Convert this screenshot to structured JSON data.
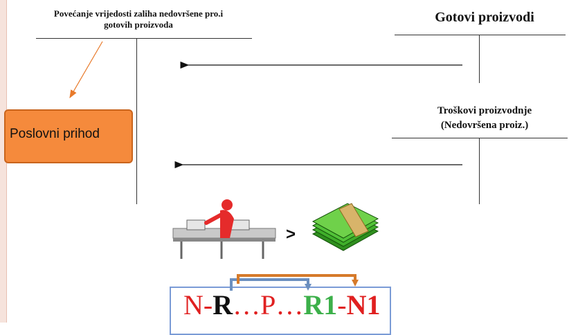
{
  "left_account": {
    "title_line1": "Povećanje vrijedosti zaliha nedovršene pro.i",
    "title_line2": "gotovih proizvoda"
  },
  "right_account": {
    "title": "Gotovi proizvodi"
  },
  "costs": {
    "line1": "Troškovi proizvodnje",
    "line2": "(Nedovršena proiz.)"
  },
  "scroll": {
    "label": "Poslovni prihod"
  },
  "comparison": {
    "operator": ">",
    "left_icon": "factory-worker-icon",
    "right_icon": "money-stack-icon"
  },
  "formula": {
    "parts": [
      {
        "text": "N-",
        "color": "#e02020",
        "bold": false
      },
      {
        "text": "R",
        "color": "#111111",
        "bold": true
      },
      {
        "text": "…P…",
        "color": "#e02020",
        "bold": false
      },
      {
        "text": "R1",
        "color": "#3cb04a",
        "bold": true
      },
      {
        "text": "-",
        "color": "#e02020",
        "bold": false
      },
      {
        "text": "N1",
        "color": "#e02020",
        "bold": true
      }
    ],
    "box_color": "#7a9bd6",
    "bracket_color_1": "#6b8fbf",
    "bracket_color_2": "#d67a2a"
  }
}
